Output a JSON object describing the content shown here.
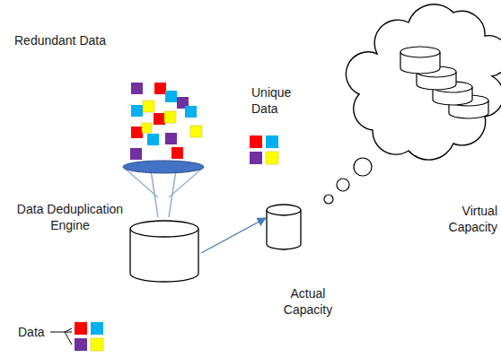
{
  "diagram": {
    "labels": [
      "Redundant Data",
      "Unique Data",
      "Data Deduplication Engine",
      "Virtual Capacity",
      "Actual Capacity",
      "Data"
    ]
  }
}
